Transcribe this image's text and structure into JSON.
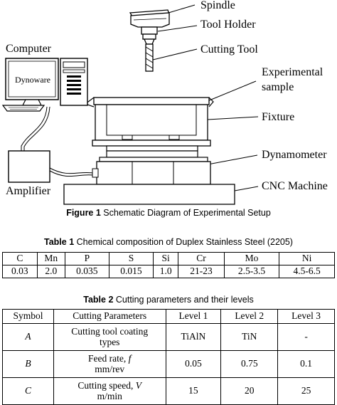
{
  "figure": {
    "labels": {
      "spindle": "Spindle",
      "tool_holder": "Tool Holder",
      "cutting_tool": "Cutting Tool",
      "computer": "Computer",
      "dynoware": "Dynoware",
      "experimental_sample_line1": "Experimental",
      "experimental_sample_line2": "sample",
      "fixture": "Fixture",
      "dynamometer": "Dynamometer",
      "amplifier": "Amplifier",
      "cnc_machine": "CNC Machine"
    },
    "caption_label": "Figure 1",
    "caption_text": " Schematic Diagram of Experimental Setup"
  },
  "table1": {
    "caption_label": "Table 1",
    "caption_text": " Chemical composition of Duplex Stainless Steel (2205)",
    "headers": [
      "C",
      "Mn",
      "P",
      "S",
      "Si",
      "Cr",
      "Mo",
      "Ni"
    ],
    "values": [
      "0.03",
      "2.0",
      "0.035",
      "0.015",
      "1.0",
      "21-23",
      "2.5-3.5",
      "4.5-6.5"
    ]
  },
  "table2": {
    "caption_label": "Table 2",
    "caption_text": " Cutting parameters and their levels",
    "headers": [
      "Symbol",
      "Cutting Parameters",
      "Level 1",
      "Level 2",
      "Level 3"
    ],
    "rows": [
      {
        "symbol": "A",
        "param_line1": "Cutting tool coating",
        "param_line2": "types",
        "l1": "TiAlN",
        "l2": "TiN",
        "l3": "-"
      },
      {
        "symbol": "B",
        "param_line1": "Feed rate, ",
        "param_var": "f",
        "param_line2": "mm/rev",
        "l1": "0.05",
        "l2": "0.75",
        "l3": "0.1"
      },
      {
        "symbol": "C",
        "param_line1": "Cutting speed, ",
        "param_var": "V",
        "param_line2": "m/min",
        "l1": "15",
        "l2": "20",
        "l3": "25"
      }
    ]
  }
}
